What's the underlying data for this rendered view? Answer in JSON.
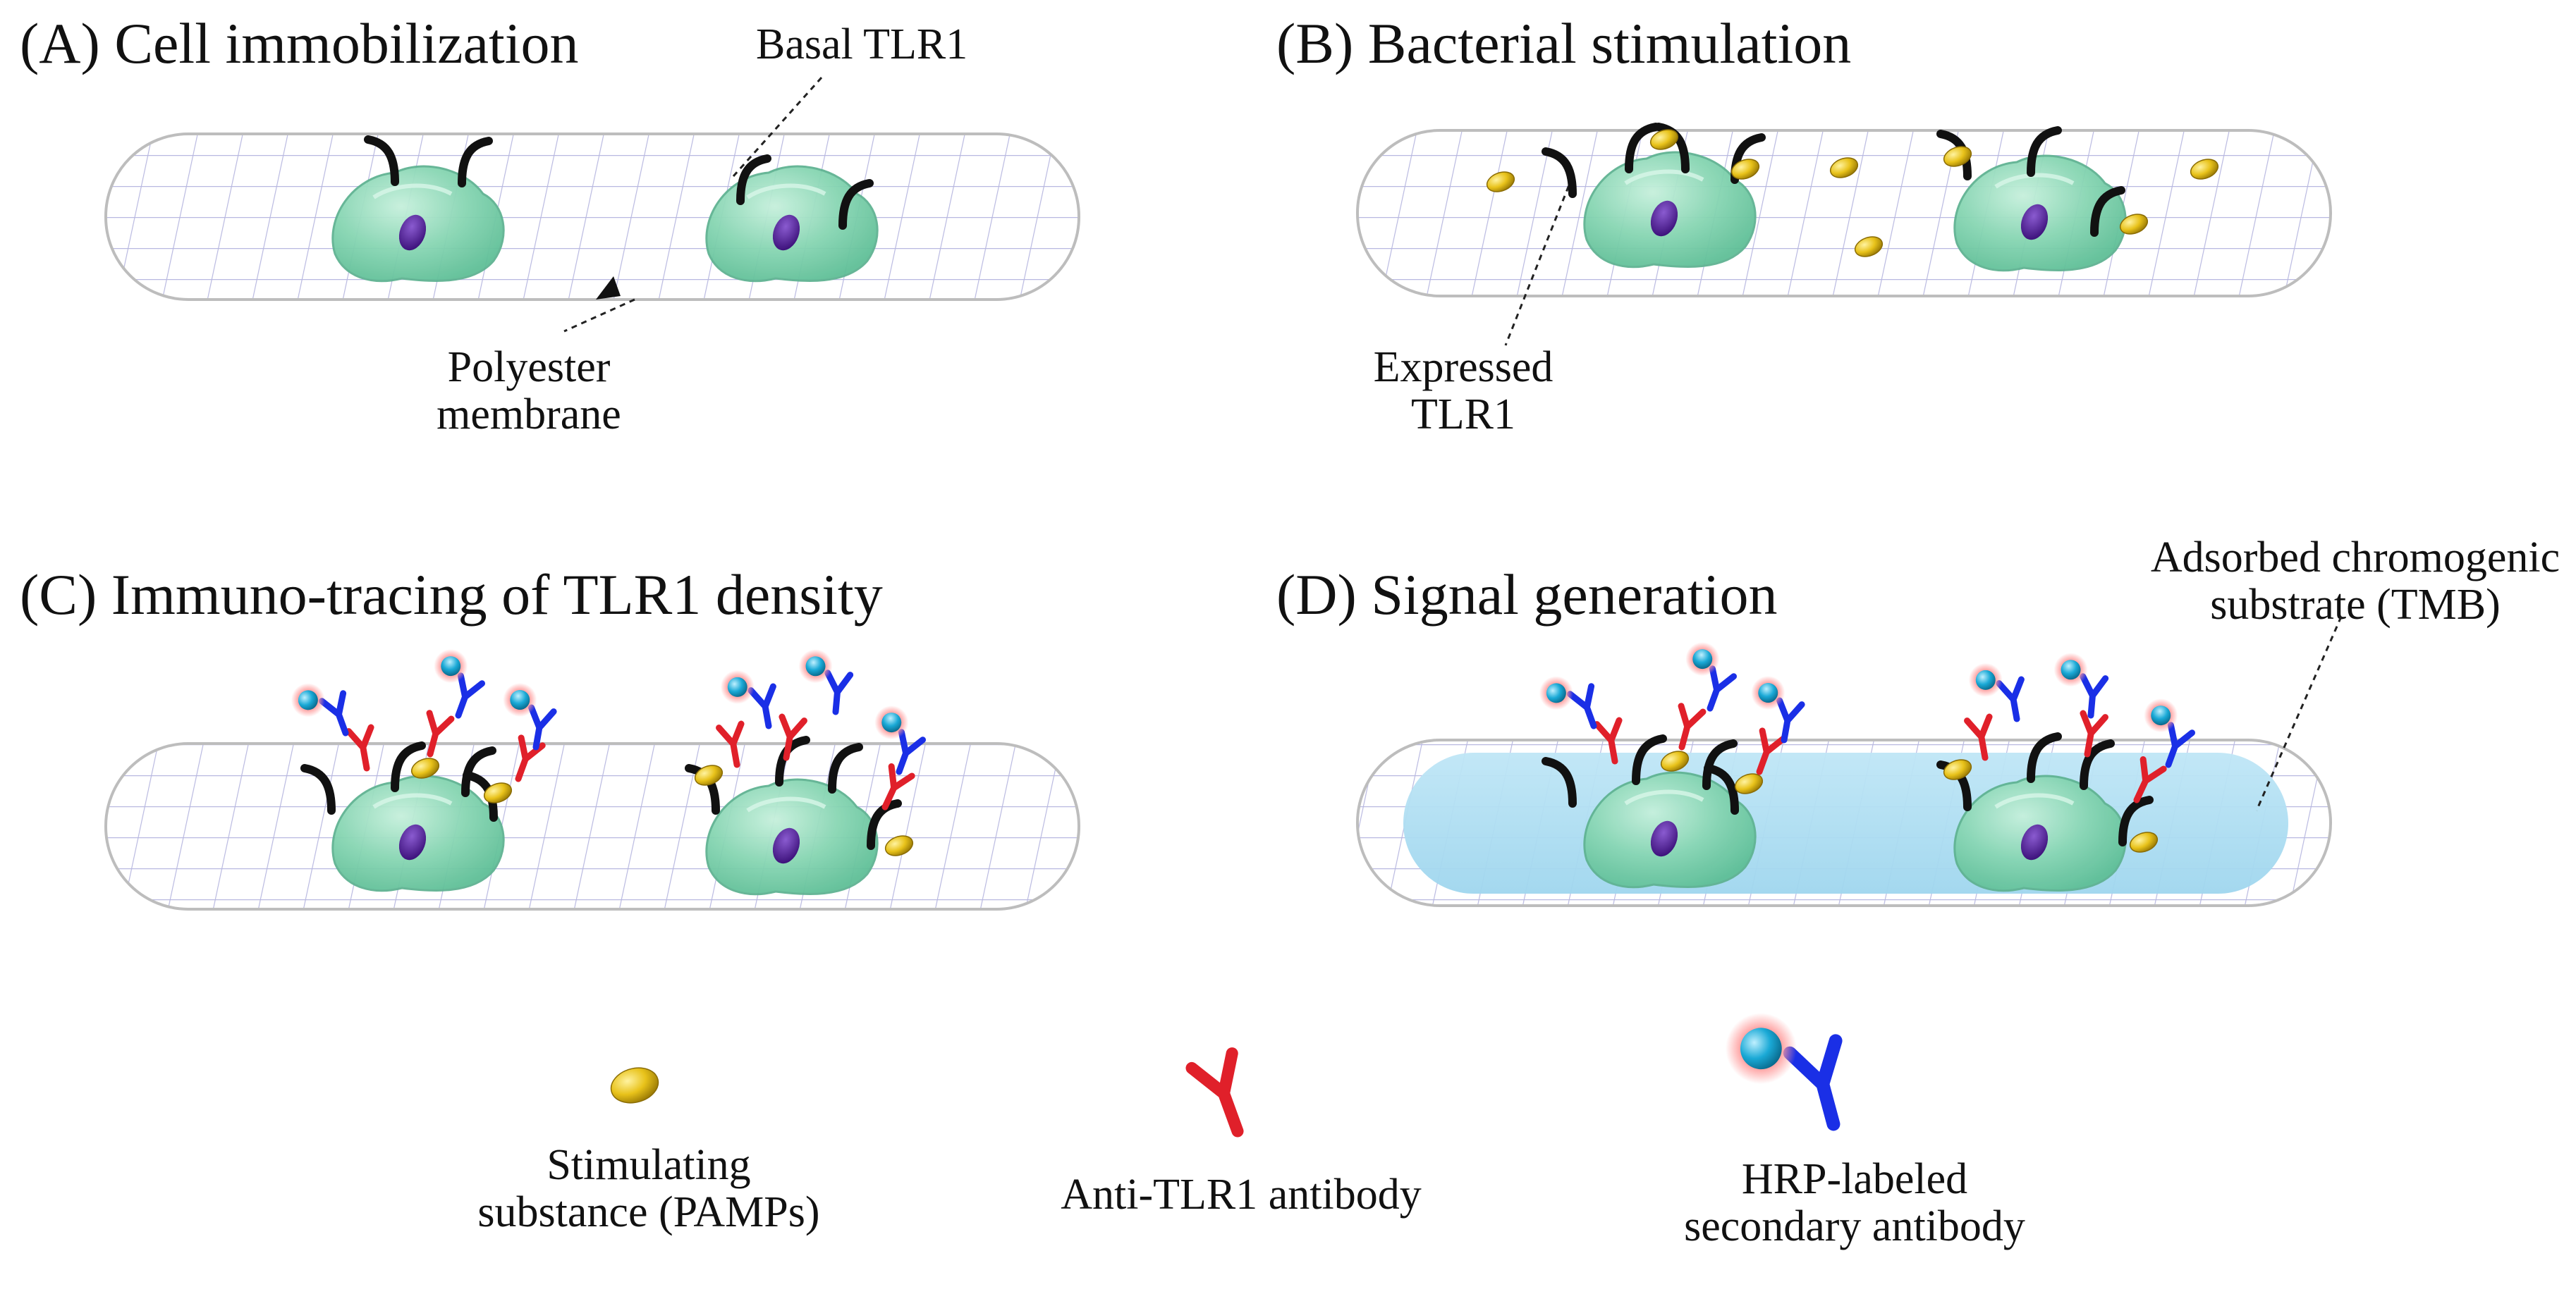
{
  "panels": {
    "a": {
      "title": "(A) Cell immobilization",
      "label_receptor": "Basal TLR1",
      "label_membrane": [
        "Polyester",
        "membrane"
      ]
    },
    "b": {
      "title": "(B) Bacterial stimulation",
      "label_receptor": [
        "Expressed",
        "TLR1"
      ]
    },
    "c": {
      "title": "(C) Immuno-tracing of TLR1  density"
    },
    "d": {
      "title": "(D) Signal generation",
      "label_substrate": [
        "Adsorbed chromogenic",
        "substrate (TMB)"
      ]
    }
  },
  "legend": {
    "pamps": [
      "Stimulating",
      "substance (PAMPs)"
    ],
    "anti_tlr1": "Anti-TLR1 antibody",
    "hrp": [
      "HRP-labeled",
      "secondary antibody"
    ]
  },
  "colors": {
    "membrane_grid": "#b8b8e0",
    "membrane_outline": "#bdbdbd",
    "cell_body": "#7fd1ad",
    "nucleus": "#4b1a8c",
    "receptor": "#111111",
    "pamp": "#e8c21a",
    "anti_tlr1": "#e0202a",
    "secondary_ab": "#1a2fe6",
    "hrp_label": "#1aa9d6",
    "hrp_glow": "#ff9a9a",
    "substrate_fill": "#a9dcf2"
  }
}
